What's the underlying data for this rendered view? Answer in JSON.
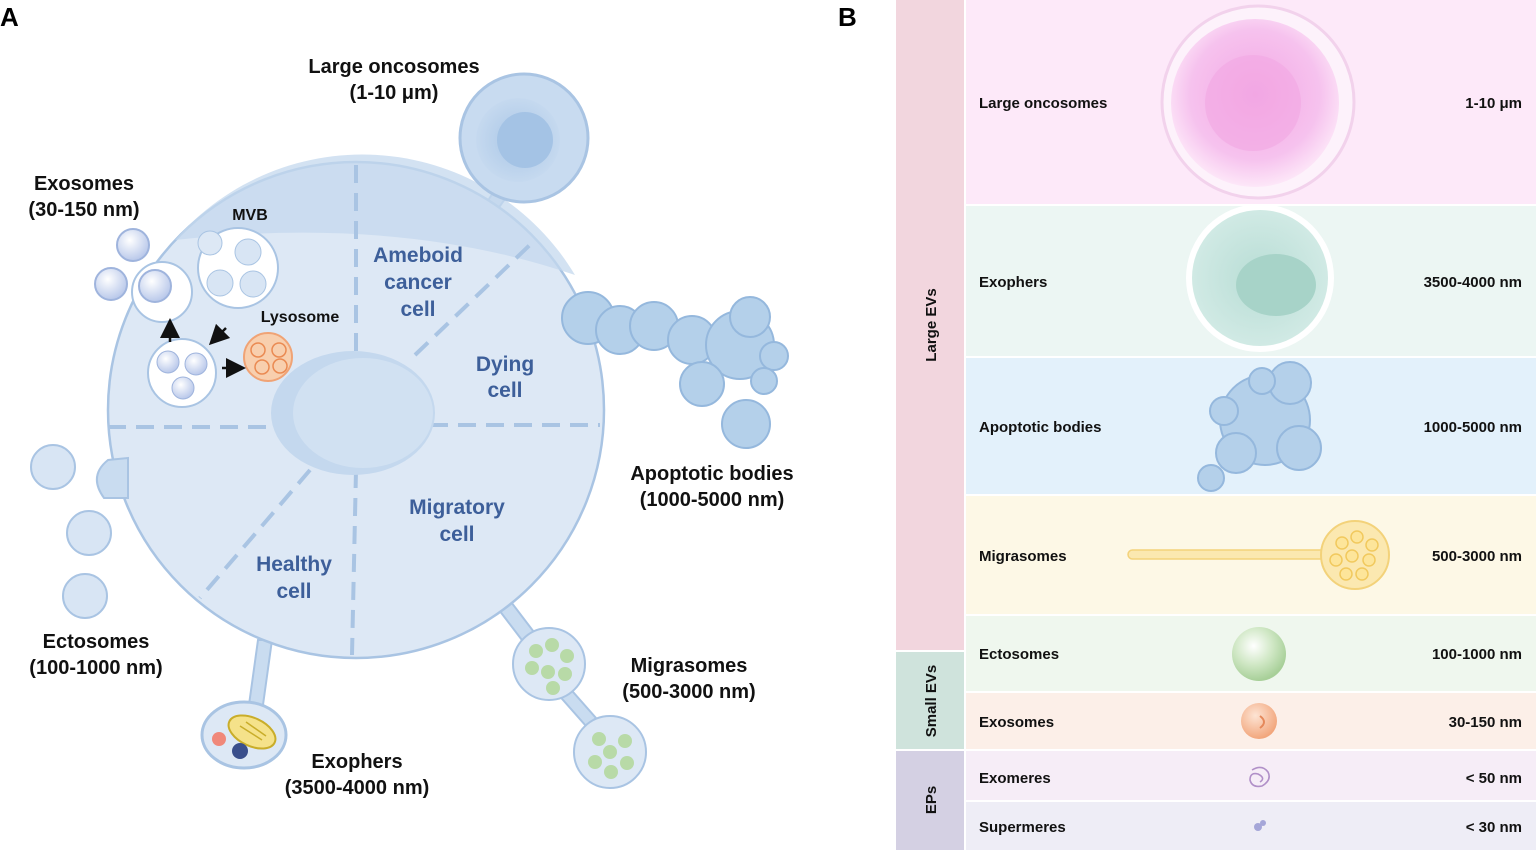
{
  "panel_a": {
    "letter": "A",
    "regions": {
      "ameboid": [
        "Ameboid",
        "cancer",
        "cell"
      ],
      "dying": [
        "Dying",
        "cell"
      ],
      "migratory": [
        "Migratory",
        "cell"
      ],
      "healthy": [
        "Healthy",
        "cell"
      ]
    },
    "vesicles": {
      "large_oncosomes": {
        "name": "Large oncosomes",
        "size": "(1-10 μm)"
      },
      "exosomes": {
        "name": "Exosomes",
        "size": "(30-150 nm)"
      },
      "apoptotic_bodies": {
        "name": "Apoptotic bodies",
        "size": "(1000-5000 nm)"
      },
      "ectosomes": {
        "name": "Ectosomes",
        "size": "(100-1000 nm)"
      },
      "migrasomes": {
        "name": "Migrasomes",
        "size": "(500-3000 nm)"
      },
      "exophers": {
        "name": "Exophers",
        "size": "(3500-4000 nm)"
      }
    },
    "organelles": {
      "mvb": "MVB",
      "lysosome": "Lysosome"
    }
  },
  "panel_b": {
    "letter": "B",
    "groups": [
      "Large EVs",
      "Small EVs",
      "EPs"
    ],
    "rows": [
      {
        "name": "Large oncosomes",
        "size": "1-10 μm"
      },
      {
        "name": "Exophers",
        "size": "3500-4000 nm"
      },
      {
        "name": "Apoptotic bodies",
        "size": "1000-5000 nm"
      },
      {
        "name": "Migrasomes",
        "size": "500-3000 nm"
      },
      {
        "name": "Ectosomes",
        "size": "100-1000 nm"
      },
      {
        "name": "Exosomes",
        "size": "30-150 nm"
      },
      {
        "name": "Exomeres",
        "size": "< 50 nm"
      },
      {
        "name": "Supermeres",
        "size": "< 30 nm"
      }
    ]
  },
  "colors": {
    "cell_fill": "#dde8f5",
    "cell_dark": "#c4d8ee",
    "region_text": "#3d5f9a",
    "vesicle_blue": "#a9c9e8",
    "large_evs_band": "#f2d6de",
    "small_evs_band": "#cfe3dc",
    "eps_band": "#d4d0e3"
  }
}
